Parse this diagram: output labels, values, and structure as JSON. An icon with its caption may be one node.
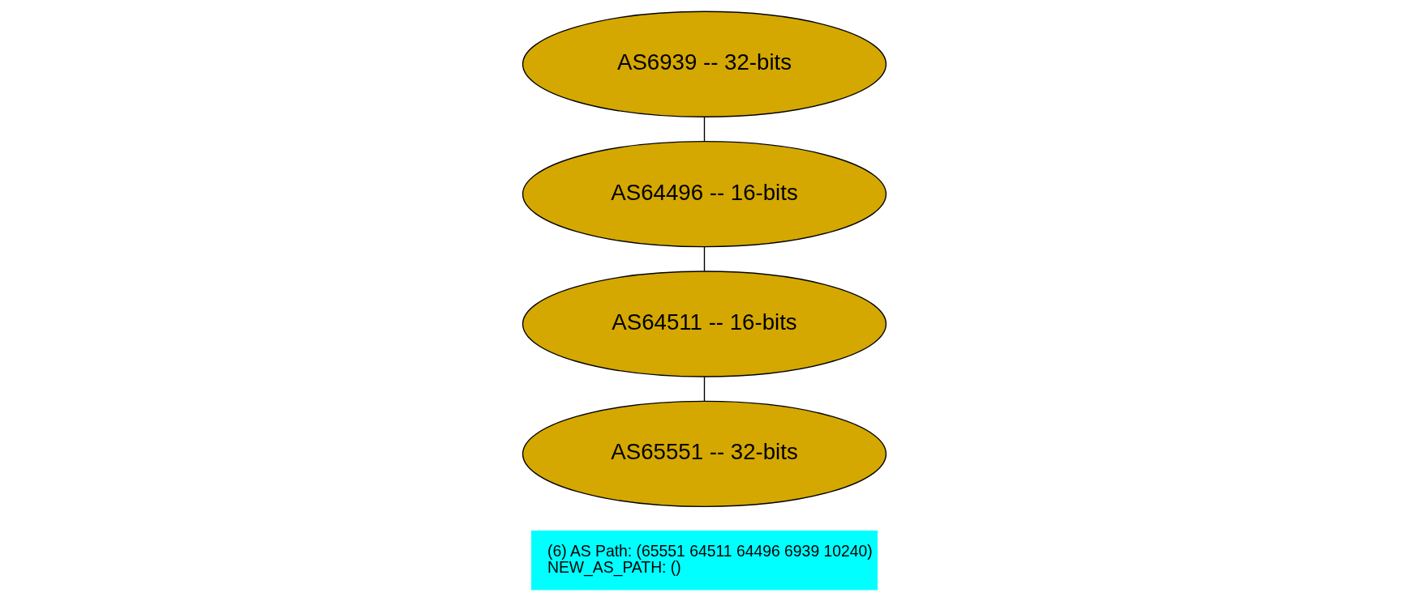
{
  "diagram": {
    "nodes": [
      {
        "text": [
          "AS6939 -- 32-bits"
        ]
      },
      {
        "text": [
          "AS64496 -- 16-bits"
        ]
      },
      {
        "text": [
          "AS64511 -- 16-bits"
        ]
      },
      {
        "text": [
          "AS65551 -- 32-bits"
        ]
      },
      {
        "text": [
          "(6) AS Path: (65551 64511 64496 6939 10240)",
          "NEW_AS_PATH: ()"
        ]
      }
    ],
    "edges": [
      {
        "from": 0,
        "to": 1,
        "arrow": "none"
      },
      {
        "from": 1,
        "to": 2,
        "arrow": "none"
      },
      {
        "from": 2,
        "to": 3,
        "arrow": "none"
      }
    ]
  }
}
